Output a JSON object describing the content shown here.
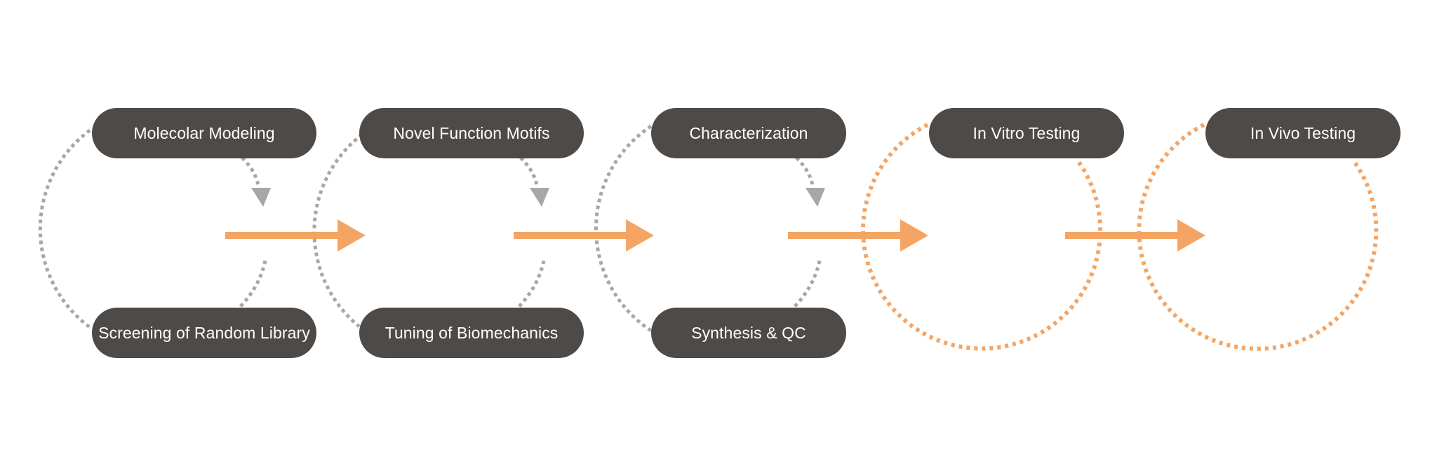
{
  "colors": {
    "box": "#4e4a48",
    "box_text": "#ffffff",
    "loop_gray": "#a7a7a7",
    "accent": "#f4a564"
  },
  "stages": [
    {
      "top": "Molecolar Modeling",
      "bottom": "Screening of Random Library",
      "loop_color": "gray"
    },
    {
      "top": "Novel Function Motifs",
      "bottom": "Tuning of Biomechanics",
      "loop_color": "gray"
    },
    {
      "top": "Characterization",
      "bottom": "Synthesis & QC",
      "loop_color": "gray"
    },
    {
      "top": "In Vitro Testing",
      "loop_color": "accent"
    },
    {
      "top": "In Vivo Testing",
      "loop_color": "accent"
    }
  ],
  "connector_count": 4
}
